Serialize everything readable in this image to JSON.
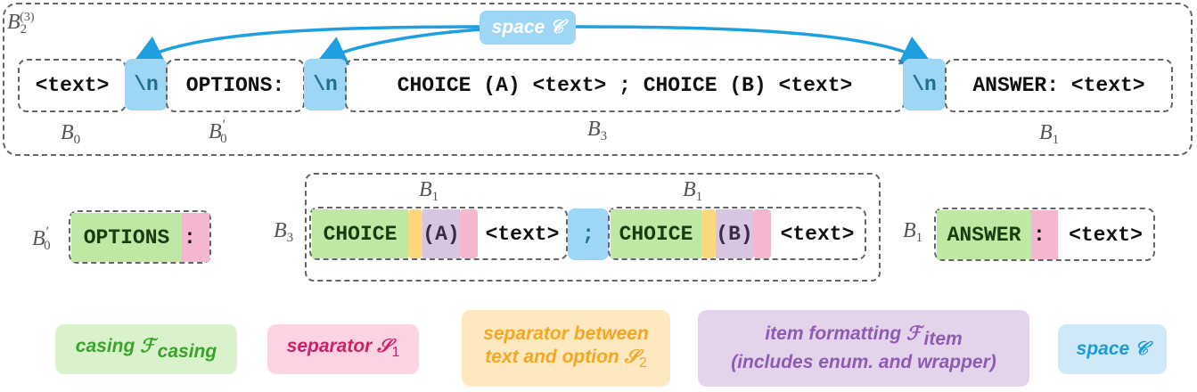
{
  "top": {
    "space_label": "space 𝒞",
    "tokens": {
      "text0": "<text>",
      "nl1": "\\n",
      "options": "OPTIONS:",
      "nl2": "\\n",
      "choices": "CHOICE (A) <text> ; CHOICE (B) <text>",
      "nl3": "\\n",
      "answer": "ANSWER: <text>"
    }
  },
  "bottom": {
    "options_main": "OPTIONS",
    "options_sep": ":",
    "choice_a": "CHOICE",
    "enum_a": "(A)",
    "text_a": "<text>",
    "semicolon": ";",
    "choice_b": "CHOICE",
    "enum_b": "(B)",
    "text_b": "<text>",
    "answer_main": "ANSWER",
    "answer_sep": ":",
    "answer_text": "<text>"
  },
  "legend": {
    "casing": "casing ℱ",
    "casing_sub": "casing",
    "separator": "separator 𝒮",
    "separator_sub": "1",
    "sep_between_line1": "separator between",
    "sep_between_line2": "text and option 𝒮",
    "sep_between_sub": "2",
    "item_line1": "item formatting ℱ",
    "item_sub": "item",
    "item_line2": "(includes enum. and wrapper)",
    "space": "space 𝒞"
  },
  "colors": {
    "casing": "#bfe8a5",
    "casing_text": "#3aa32a",
    "separator": "#f5b6d0",
    "separator_text": "#d0206a",
    "sep_between": "#fde8c0",
    "sep_between_text": "#f5a623",
    "item": "#d8c5e2",
    "item_text": "#8e5bb0",
    "space": "#cfe9f8",
    "space_text": "#1b9ad6",
    "arrow": "#1ea0e0"
  }
}
